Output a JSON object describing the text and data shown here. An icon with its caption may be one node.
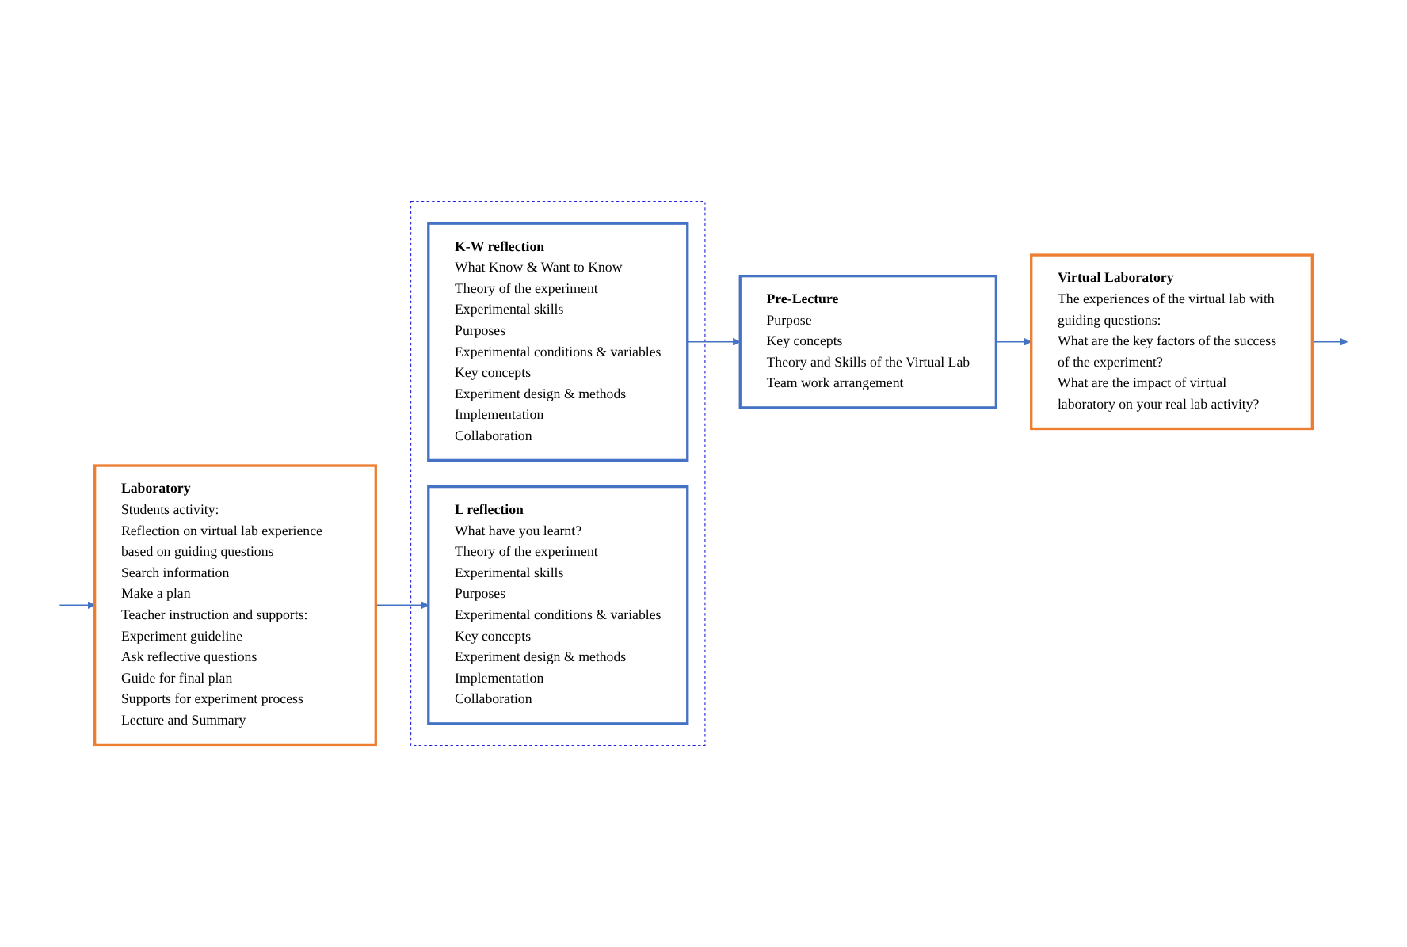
{
  "diagram": {
    "nodes": [
      {
        "text": [],
        "shape": "box"
      },
      {
        "text": [
          "K-W reflection",
          "What Know & Want to Know",
          "Theory of the experiment",
          "Experimental skills",
          "Purposes",
          "Experimental conditions & variables",
          "Key concepts",
          "Experiment design & methods",
          "Implementation",
          "Collaboration"
        ],
        "in": 0
      },
      {
        "text": [
          "Pre-Lecture",
          "Purpose",
          "Key concepts",
          "Theory and Skills of the Virtual Lab",
          "Team work arrangement"
        ]
      },
      {
        "text": [
          "Virtual Laboratory",
          "The experiences of the virtual lab with guiding questions:",
          "What are the key factors of the success of the experiment?",
          "What are the impact of virtual laboratory on your real lab activity?"
        ]
      },
      {
        "text": [
          "L reflection",
          "What have you learnt?",
          "Theory of the experiment",
          "Experimental skills",
          "Purposes",
          "Experimental conditions & variables",
          "Key concepts",
          "Experiment design & methods",
          "Implementation",
          "Collaboration"
        ],
        "in": 0
      },
      {
        "text": [
          "Laboratory",
          "Students activity:",
          "Reflection on virtual lab experience based on guiding questions",
          "Search information",
          "Make a plan",
          "Teacher instruction and supports:",
          "Experiment guideline",
          "Ask reflective questions",
          "Guide for final plan",
          "Supports for experiment process",
          "Lecture and Summary"
        ]
      }
    ],
    "edges": [
      {
        "from": 1,
        "to": 2,
        "arrow": "to"
      },
      {
        "from": 2,
        "to": 3,
        "arrow": "to"
      },
      {
        "from": 3,
        "to": null,
        "arrow": "to"
      },
      {
        "from": null,
        "to": 5,
        "arrow": "to"
      },
      {
        "from": 5,
        "to": 4,
        "arrow": "to"
      }
    ]
  }
}
